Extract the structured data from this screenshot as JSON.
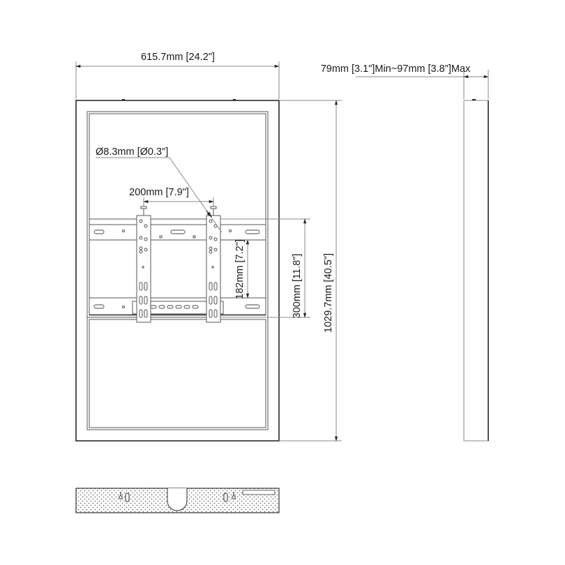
{
  "drawing": {
    "title": "Wall mount bracket dimension drawing",
    "line_color": "#2a2a2a",
    "dim_line_color": "#8a8a8a",
    "text_color": "#1a1a1a"
  },
  "dimensions": {
    "overall_width": "615.7mm [24.2\"]",
    "depth": "79mm [3.1\"]Min~97mm [3.8\"]Max",
    "hole_diameter": "Ø8.3mm [Ø0.3\"]",
    "bracket_spacing": "200mm [7.9\"]",
    "rail_spacing": "182mm [7.2\"]",
    "bracket_height": "300mm [11.8\"]",
    "overall_height": "1029.7mm [40.5\"]"
  },
  "views": {
    "front": "front-view",
    "side": "side-view",
    "bottom": "bottom-view"
  }
}
